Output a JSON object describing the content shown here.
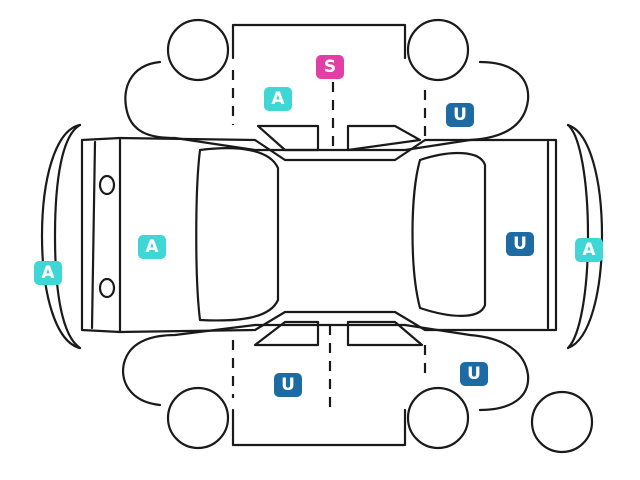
{
  "legend_colors": {
    "A": "#3fd6d6",
    "U": "#1e6aa3",
    "S": "#e23fa6"
  },
  "markers": [
    {
      "id": "top-roof",
      "code": "S"
    },
    {
      "id": "top-left-door",
      "code": "A"
    },
    {
      "id": "top-right-door",
      "code": "U"
    },
    {
      "id": "front-bumper",
      "code": "A"
    },
    {
      "id": "hood",
      "code": "A"
    },
    {
      "id": "trunk",
      "code": "U"
    },
    {
      "id": "rear-bumper",
      "code": "A"
    },
    {
      "id": "bottom-left-door",
      "code": "U"
    },
    {
      "id": "bottom-right-door",
      "code": "U"
    }
  ]
}
